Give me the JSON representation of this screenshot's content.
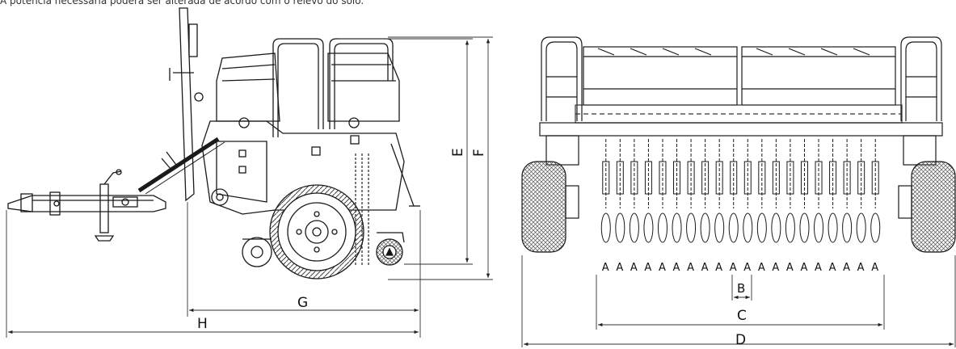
{
  "caption": "A potência necessária poderá ser alterada de acordo com o relevo do solo.",
  "side_view": {
    "dims": {
      "E": "E",
      "F": "F",
      "G": "G",
      "H": "H"
    }
  },
  "rear_view": {
    "row_label": "A",
    "row_count": 20,
    "dims": {
      "B": "B",
      "C": "C",
      "D": "D"
    }
  },
  "colors": {
    "line": "#1a1a1a",
    "dim": "#333333",
    "hatch": "#555555"
  }
}
